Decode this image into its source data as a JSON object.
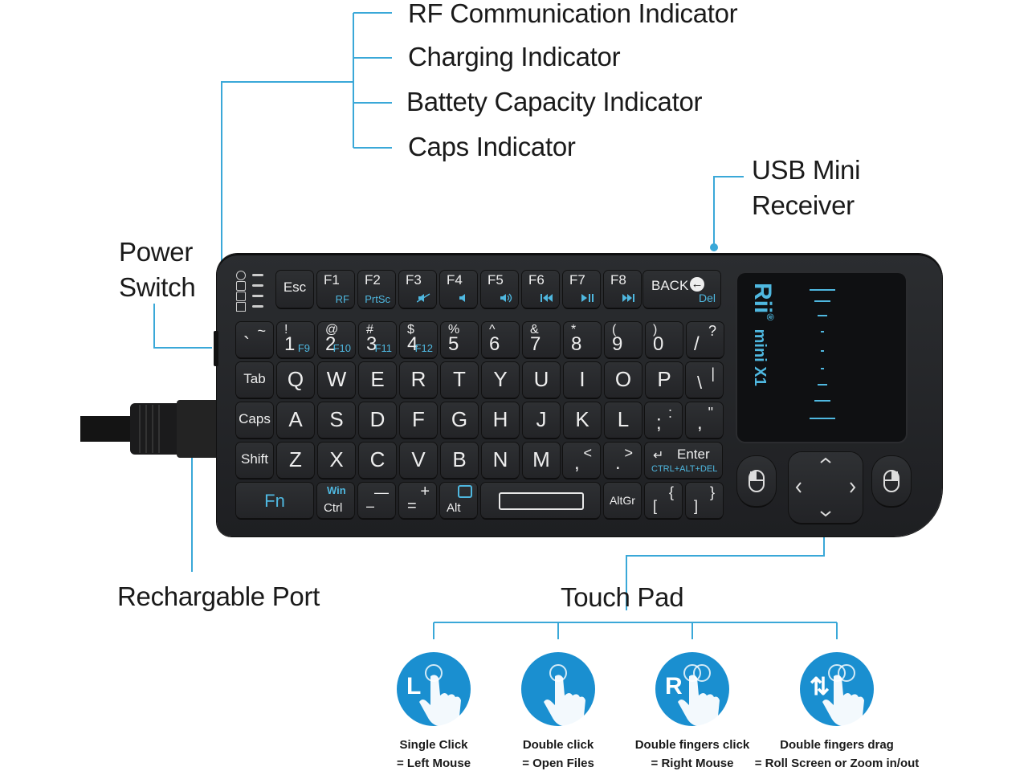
{
  "callouts": {
    "rf": "RF Communication Indicator",
    "charging": "Charging Indicator",
    "battery": "Battety Capacity Indicator",
    "caps": "Caps Indicator",
    "usb_line1": "USB Mini",
    "usb_line2": "Receiver",
    "power_line1": "Power",
    "power_line2": "Switch",
    "port": "Rechargable Port",
    "touchpad": "Touch Pad"
  },
  "gestures": [
    {
      "icon": "L",
      "line1": "Single Click",
      "line2": "= Left  Mouse"
    },
    {
      "icon": "",
      "line1": "Double click",
      "line2": "= Open Files"
    },
    {
      "icon": "R",
      "line1": "Double fingers click",
      "line2": "= Right Mouse"
    },
    {
      "icon": "⇅",
      "line1": "Double fingers drag",
      "line2": "= Roll Screen or Zoom in/out"
    }
  ],
  "brand": {
    "name": "Rii",
    "reg": "®",
    "model": "mini X1"
  },
  "keyboard": {
    "esc": "Esc",
    "fkeys": [
      {
        "label": "F1",
        "sub": "RF"
      },
      {
        "label": "F2",
        "sub": "PrtSc"
      },
      {
        "label": "F3",
        "sub": "mute"
      },
      {
        "label": "F4",
        "sub": "vol-down"
      },
      {
        "label": "F5",
        "sub": "vol-up"
      },
      {
        "label": "F6",
        "sub": "prev"
      },
      {
        "label": "F7",
        "sub": "play-pause"
      },
      {
        "label": "F8",
        "sub": "next"
      }
    ],
    "back": "BACK",
    "del": "Del",
    "num_row": [
      {
        "top": "~",
        "main": "`",
        "sub": ""
      },
      {
        "top": "!",
        "main": "1",
        "sub": "F9"
      },
      {
        "top": "@",
        "main": "2",
        "sub": "F10"
      },
      {
        "top": "#",
        "main": "3",
        "sub": "F11"
      },
      {
        "top": "$",
        "main": "4",
        "sub": "F12"
      },
      {
        "top": "%",
        "main": "5",
        "sub": ""
      },
      {
        "top": "^",
        "main": "6",
        "sub": ""
      },
      {
        "top": "&",
        "main": "7",
        "sub": ""
      },
      {
        "top": "*",
        "main": "8",
        "sub": ""
      },
      {
        "top": "(",
        "main": "9",
        "sub": ""
      },
      {
        "top": ")",
        "main": "0",
        "sub": ""
      },
      {
        "top": "?",
        "main": "/",
        "sub": ""
      }
    ],
    "tab": "Tab",
    "row_q": [
      "Q",
      "W",
      "E",
      "R",
      "T",
      "Y",
      "U",
      "I",
      "O",
      "P"
    ],
    "backslash": {
      "main": "\\",
      "top": "|"
    },
    "caps": "Caps",
    "row_a": [
      "A",
      "S",
      "D",
      "F",
      "G",
      "H",
      "J",
      "K",
      "L"
    ],
    "semicolon": {
      "main": ";",
      "top": ":"
    },
    "quote": {
      "main": ",",
      "top": "\""
    },
    "shift": "Shift",
    "row_z": [
      "Z",
      "X",
      "C",
      "V",
      "B",
      "N",
      "M"
    ],
    "comma": {
      "main": ",",
      "top": "<"
    },
    "period": {
      "main": ".",
      "top": ">"
    },
    "enter": "Enter",
    "enter_sub": "CTRL+ALT+DEL",
    "fn": "Fn",
    "win": "Win",
    "ctrl": "Ctrl",
    "minus": {
      "main": "–",
      "top": "—"
    },
    "plus": {
      "main": "=",
      "top": "+"
    },
    "alt": "Alt",
    "altgr": "AltGr",
    "lbracket": {
      "main": "[",
      "top": "{"
    },
    "rbracket": {
      "main": "]",
      "top": "}"
    }
  },
  "colors": {
    "accent": "#1a8fd0",
    "line": "#3aa8d8",
    "key_blue": "#4fb8e0"
  }
}
